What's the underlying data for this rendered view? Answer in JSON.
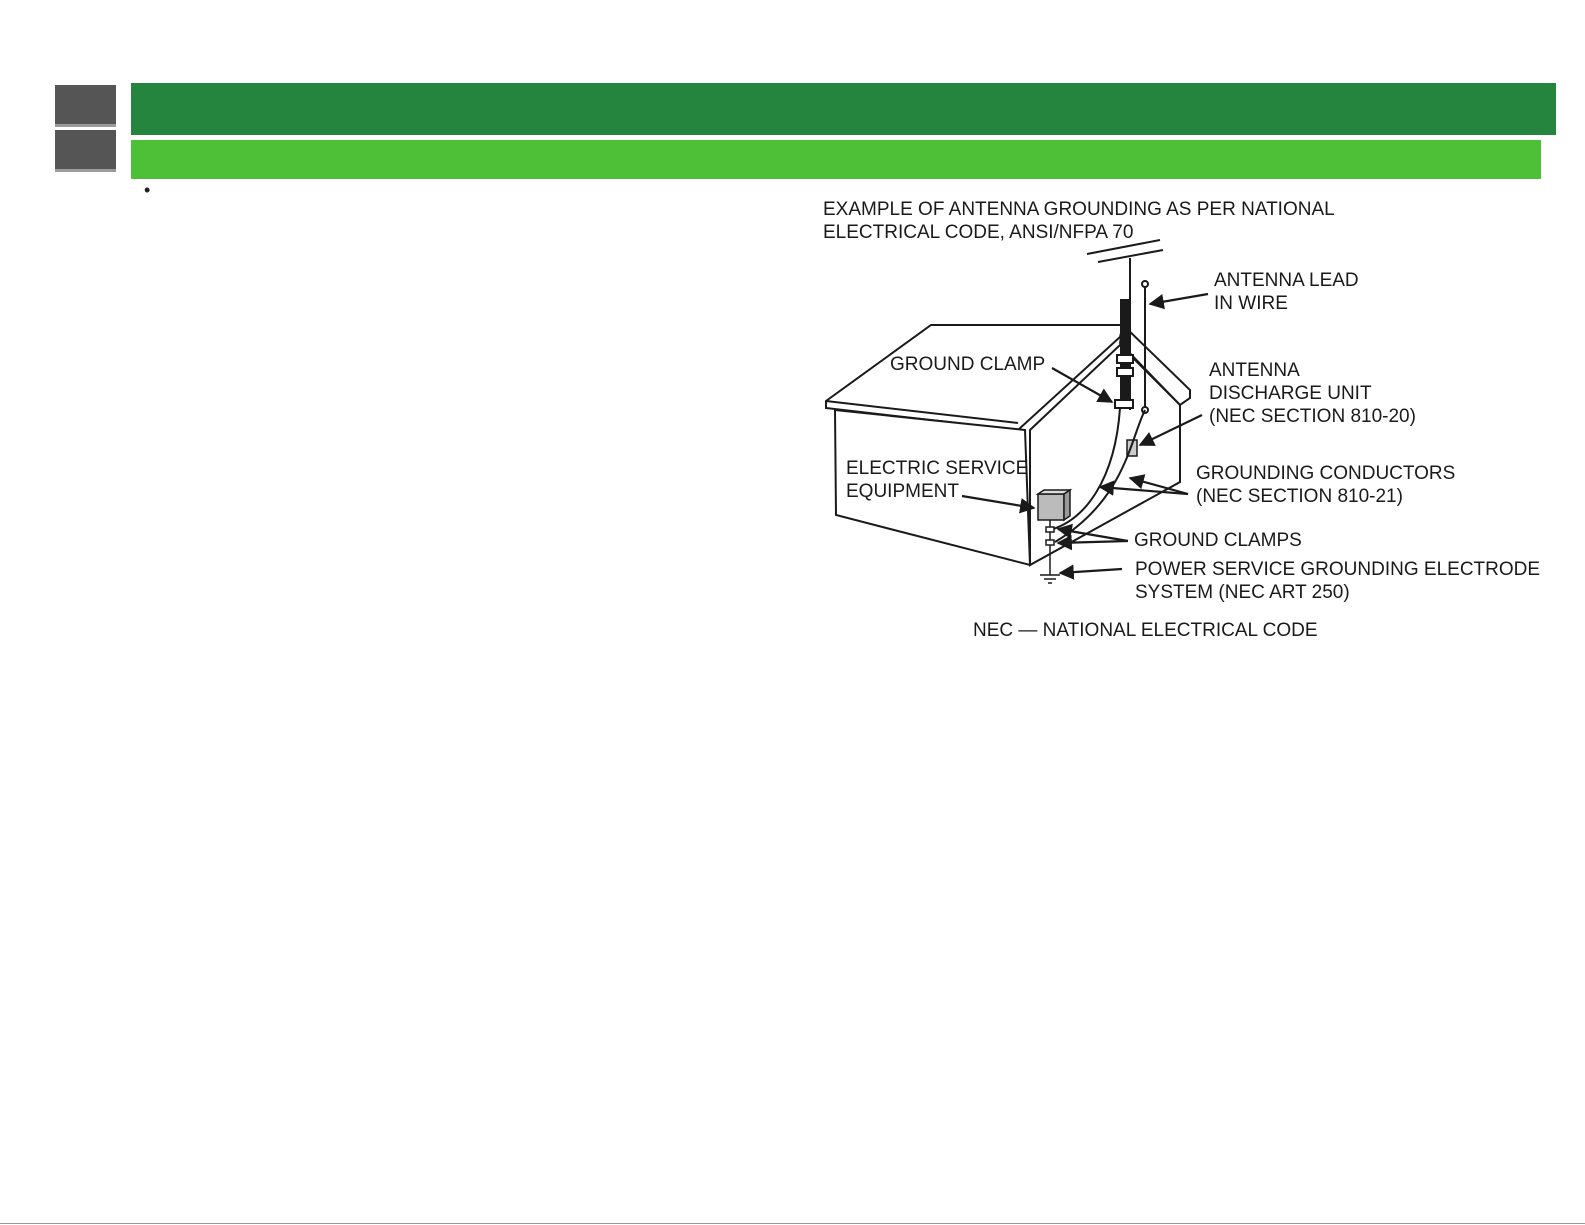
{
  "header": {
    "bullet": "•"
  },
  "diagram": {
    "title_line1": "EXAMPLE OF ANTENNA GROUNDING AS PER NATIONAL",
    "title_line2": "ELECTRICAL CODE, ANSI/NFPA 70",
    "antenna_lead_line1": "ANTENNA LEAD",
    "antenna_lead_line2": "IN WIRE",
    "ground_clamp": "GROUND CLAMP",
    "discharge_line1": "ANTENNA",
    "discharge_line2": "DISCHARGE UNIT",
    "discharge_line3": "(NEC SECTION 810-20)",
    "electric_line1": "ELECTRIC SERVICE",
    "electric_line2": "EQUIPMENT",
    "conductors_line1": "GROUNDING CONDUCTORS",
    "conductors_line2": "(NEC SECTION 810-21)",
    "ground_clamps": "GROUND CLAMPS",
    "power_line1": "POWER SERVICE GROUNDING ELECTRODE",
    "power_line2": "SYSTEM (NEC ART 250)",
    "footnote": "NEC — NATIONAL ELECTRICAL CODE"
  }
}
